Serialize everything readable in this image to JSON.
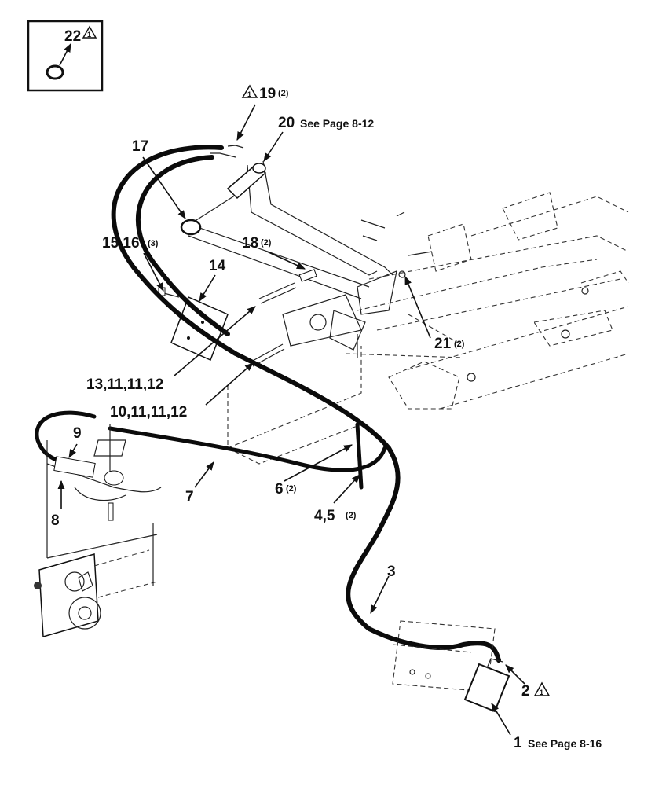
{
  "inset": {
    "callout": "22",
    "warn_mark": "1"
  },
  "callouts": {
    "c19": {
      "warn_mark": "1",
      "num": "19",
      "qty": "(2)"
    },
    "c20": {
      "num": "20",
      "ref": "See Page 8-12"
    },
    "c17": {
      "num": "17"
    },
    "c15": {
      "num": "15,16",
      "qty": "(3)"
    },
    "c18": {
      "num": "18",
      "qty": "(2)"
    },
    "c14": {
      "num": "14"
    },
    "c21": {
      "num": "21",
      "qty": "(2)"
    },
    "c13": {
      "num": "13,11,11,12"
    },
    "c10": {
      "num": "10,11,11,12"
    },
    "c9": {
      "num": "9"
    },
    "c7": {
      "num": "7"
    },
    "c8": {
      "num": "8"
    },
    "c6": {
      "num": "6",
      "qty": "(2)"
    },
    "c45": {
      "num": "4,5",
      "qty": "(2)"
    },
    "c3": {
      "num": "3"
    },
    "c2": {
      "num": "2",
      "warn_mark": "1"
    },
    "c1": {
      "num": "1",
      "ref": "See Page 8-16"
    }
  }
}
